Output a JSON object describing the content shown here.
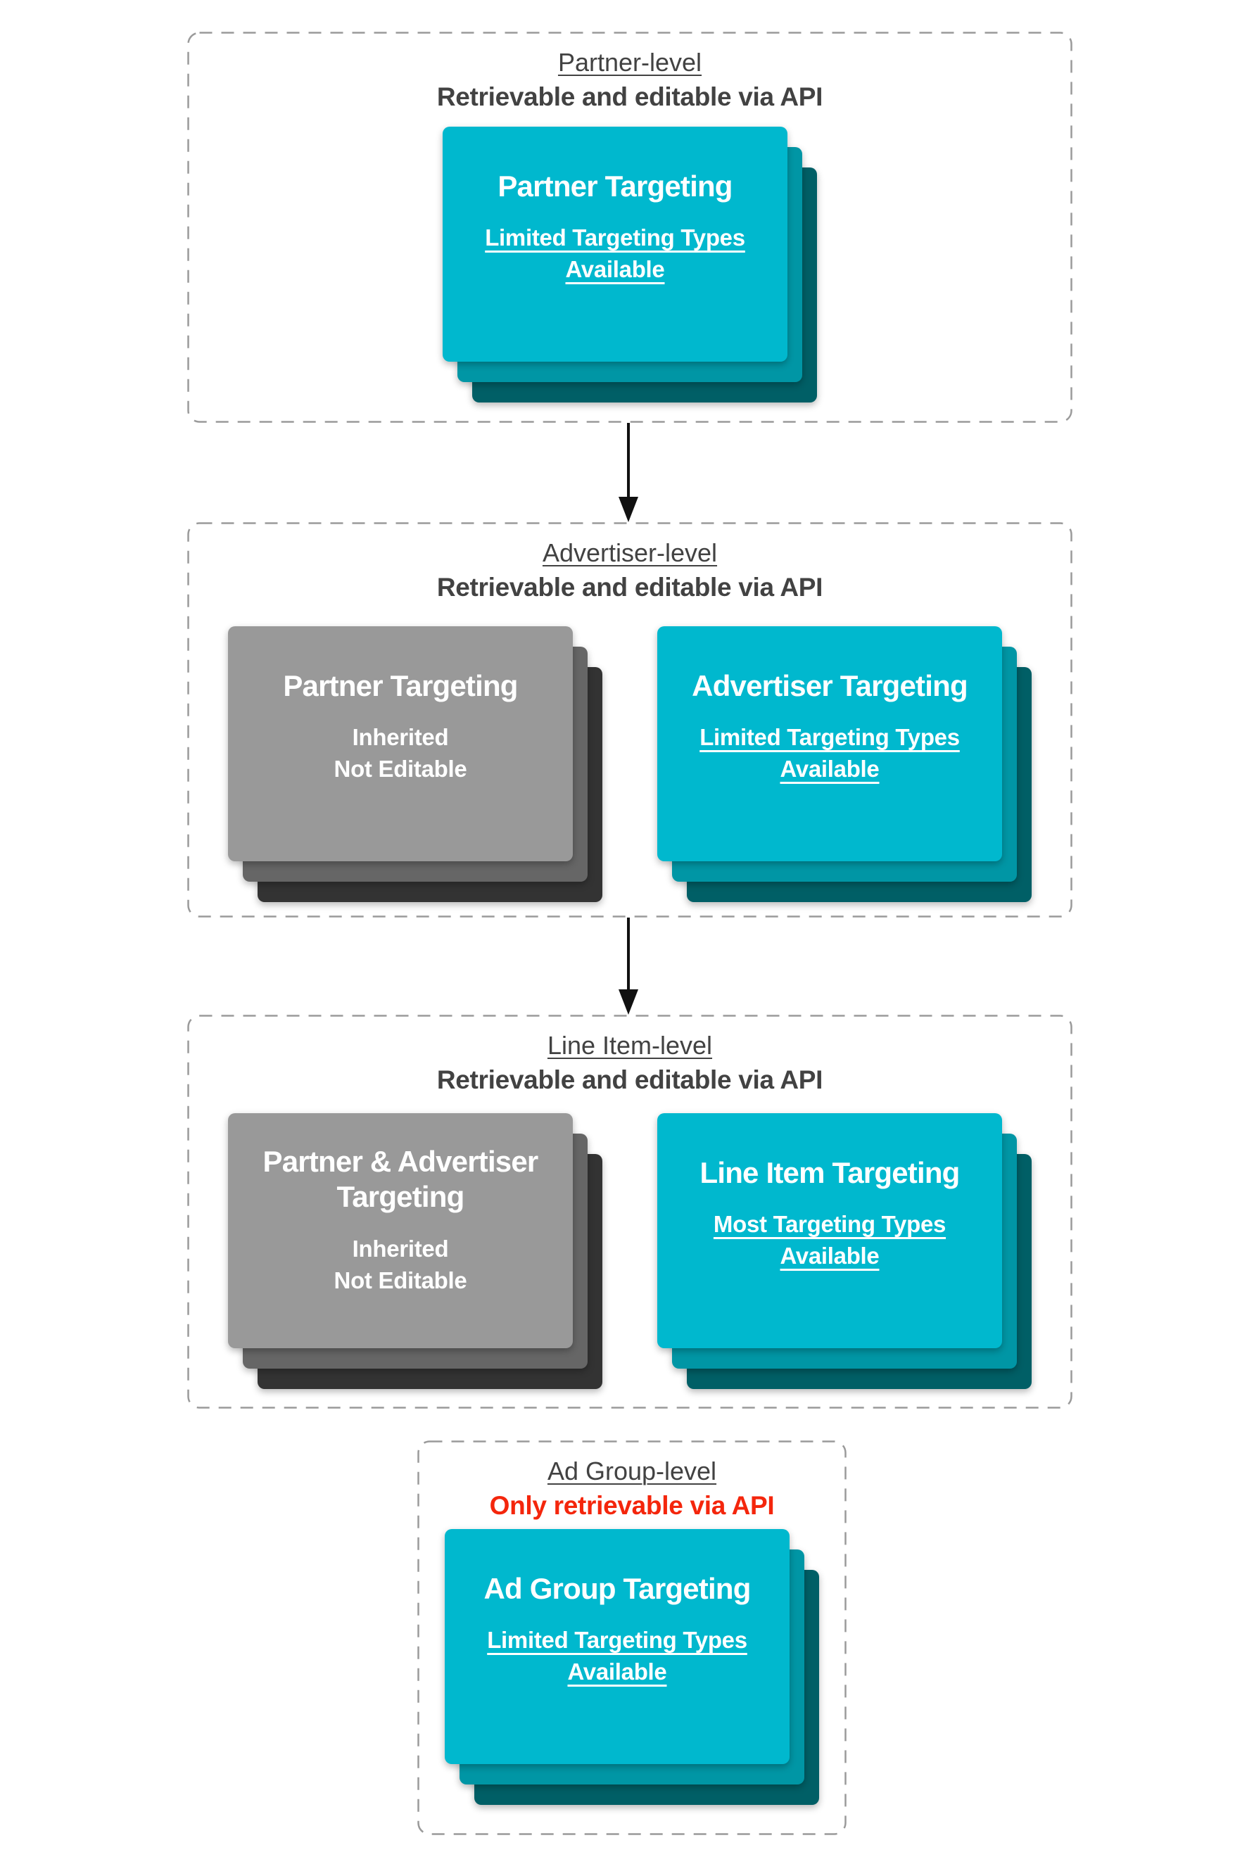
{
  "colors": {
    "background": "#ffffff",
    "card_editable_front": "#00b8ce",
    "card_editable_mid": "#0096a5",
    "card_editable_back": "#005f66",
    "card_inherited_front": "#999999",
    "card_inherited_mid": "#666666",
    "card_inherited_back": "#333333",
    "heading_text": "#424242",
    "alert_text": "#f4260c",
    "card_text": "#ffffff",
    "arrow": "#111111",
    "dashed_border": "#9a9a9a"
  },
  "sections": [
    {
      "id": "partner",
      "title": "Partner-level",
      "subtitle": "Retrievable and editable via API",
      "cards": [
        {
          "variant": "cyan",
          "title": "Partner Targeting",
          "body_lines": [
            "Limited Targeting Types",
            "Available"
          ]
        }
      ]
    },
    {
      "id": "advertiser",
      "title": "Advertiser-level",
      "subtitle": "Retrievable and editable via API",
      "cards": [
        {
          "variant": "gray",
          "title": "Partner Targeting",
          "body_lines": [
            "Inherited",
            "Not Editable"
          ]
        },
        {
          "variant": "cyan",
          "title": "Advertiser Targeting",
          "body_lines": [
            "Limited Targeting Types",
            "Available"
          ]
        }
      ]
    },
    {
      "id": "line-item",
      "title": "Line Item-level",
      "subtitle": "Retrievable and editable via API",
      "cards": [
        {
          "variant": "gray",
          "title": "Partner & Advertiser Targeting",
          "body_lines": [
            "Inherited",
            "Not Editable"
          ]
        },
        {
          "variant": "cyan",
          "title": "Line Item Targeting",
          "body_lines": [
            "Most Targeting Types",
            "Available"
          ]
        }
      ]
    },
    {
      "id": "ad-group",
      "title": "Ad Group-level",
      "subtitle": "Only retrievable via API",
      "cards": [
        {
          "variant": "cyan",
          "title": "Ad Group Targeting",
          "body_lines": [
            "Limited Targeting Types",
            "Available"
          ]
        }
      ]
    }
  ],
  "arrows": [
    {
      "from": "partner",
      "to": "advertiser"
    },
    {
      "from": "advertiser",
      "to": "line-item"
    }
  ]
}
